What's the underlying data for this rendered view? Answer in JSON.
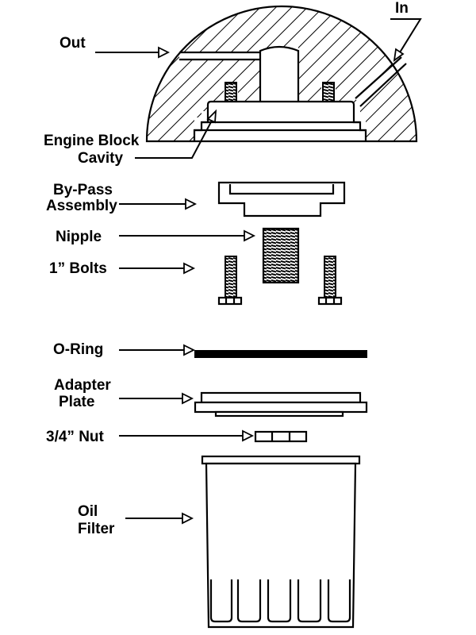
{
  "labels": {
    "out": "Out",
    "in": "In",
    "engine_block_cavity_line1": "Engine Block",
    "engine_block_cavity_line2": "Cavity",
    "bypass_line1": "By-Pass",
    "bypass_line2": "Assembly",
    "nipple": "Nipple",
    "bolts": "1” Bolts",
    "oring": "O-Ring",
    "adapter_line1": "Adapter",
    "adapter_line2": "Plate",
    "nut": "3/4” Nut",
    "oil_filter_line1": "Oil",
    "oil_filter_line2": "Filter"
  }
}
